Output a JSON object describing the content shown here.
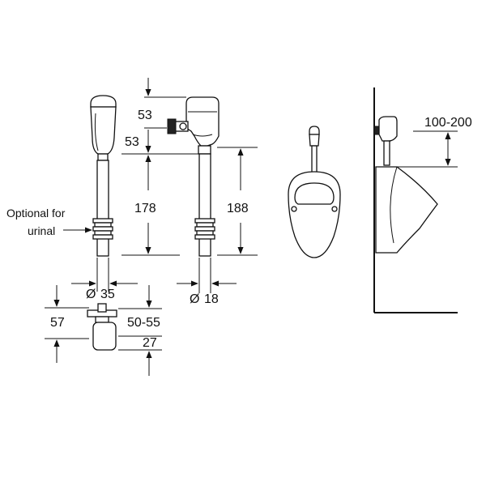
{
  "dimensions": {
    "valve_top_height": "53",
    "valve_lower_height": "53",
    "pipe_length_left": "178",
    "pipe_length_right": "188",
    "pipe_diameter_left": "35",
    "pipe_diameter_right": "18",
    "diameter_symbol": "Ø",
    "connector_height": "57",
    "connector_range": "50-55",
    "connector_bottom": "27",
    "wall_mount_height": "100-200"
  },
  "notes": {
    "optional_line1": "Optional for",
    "optional_line2": "urinal"
  },
  "colors": {
    "line": "#111111",
    "background": "#ffffff",
    "accent_dark": "#222222"
  }
}
